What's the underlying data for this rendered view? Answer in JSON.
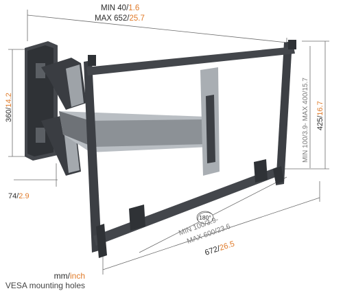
{
  "colors": {
    "mm_text": "#2b2b2b",
    "inch_text": "#e07b2a",
    "dim_line": "#555555",
    "frame": "#3c3f44",
    "arm_silver": "#8f9499"
  },
  "dimensions": {
    "extension_min": {
      "label": "MIN 40/",
      "inch": "1.6"
    },
    "extension_max": {
      "label": "MAX 652/",
      "inch": "25.7"
    },
    "wall_plate_height": {
      "mm": "360/",
      "inch": "14.2"
    },
    "wall_plate_depth": {
      "mm": "74/",
      "inch": "2.9"
    },
    "frame_height": {
      "mm": "425/",
      "inch": "16.7"
    },
    "vesa_vertical": {
      "text": "MIN 100/3.9- MAX 400/15.7"
    },
    "rotation": {
      "text": "180°"
    },
    "vesa_horizontal_min": {
      "text": "MIN 100/3.9-"
    },
    "vesa_horizontal_max": {
      "text": "MAX 600/23.6"
    },
    "frame_width": {
      "mm": "672/",
      "inch": "26.5"
    }
  },
  "legend": {
    "mm": "mm/",
    "inch": "inch",
    "caption": "VESA mounting holes"
  }
}
